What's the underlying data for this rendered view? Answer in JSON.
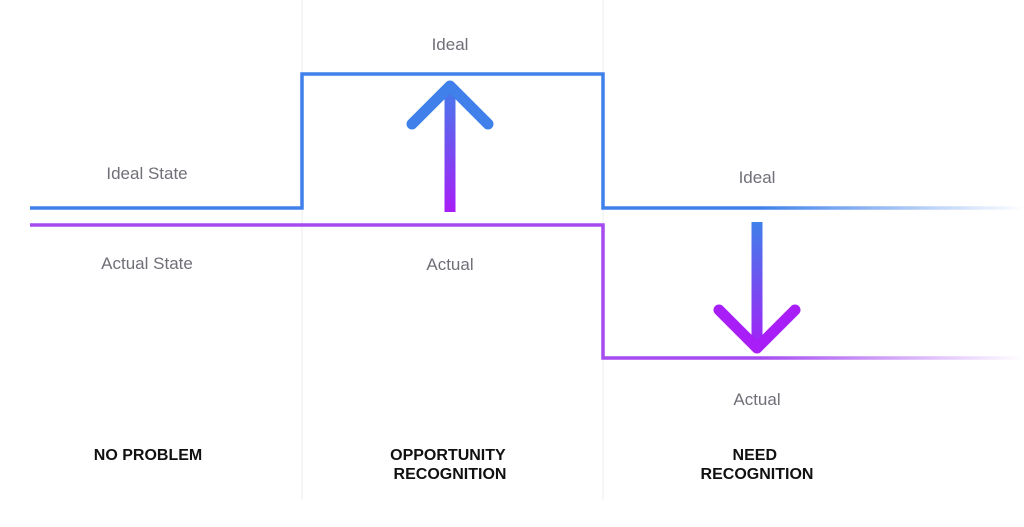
{
  "labels": {
    "ideal_state": "Ideal State",
    "actual_state": "Actual State",
    "ideal_opportunity": "Ideal",
    "actual_opportunity": "Actual",
    "ideal_need": "Ideal",
    "actual_need": "Actual"
  },
  "cases": {
    "no_problem": [
      "NO PROBLEM"
    ],
    "opportunity": [
      "OPPORTUNITY",
      "RECOGNITION"
    ],
    "need": [
      "NEED",
      "RECOGNITION"
    ]
  },
  "colors": {
    "ideal_line": "#3f80ea",
    "actual_line": "#a54bf0",
    "arrow_blue": "#3f80ea",
    "arrow_purple": "#a71ef7",
    "baseline": "#e1e3e8",
    "divider": "#eeeeee"
  }
}
